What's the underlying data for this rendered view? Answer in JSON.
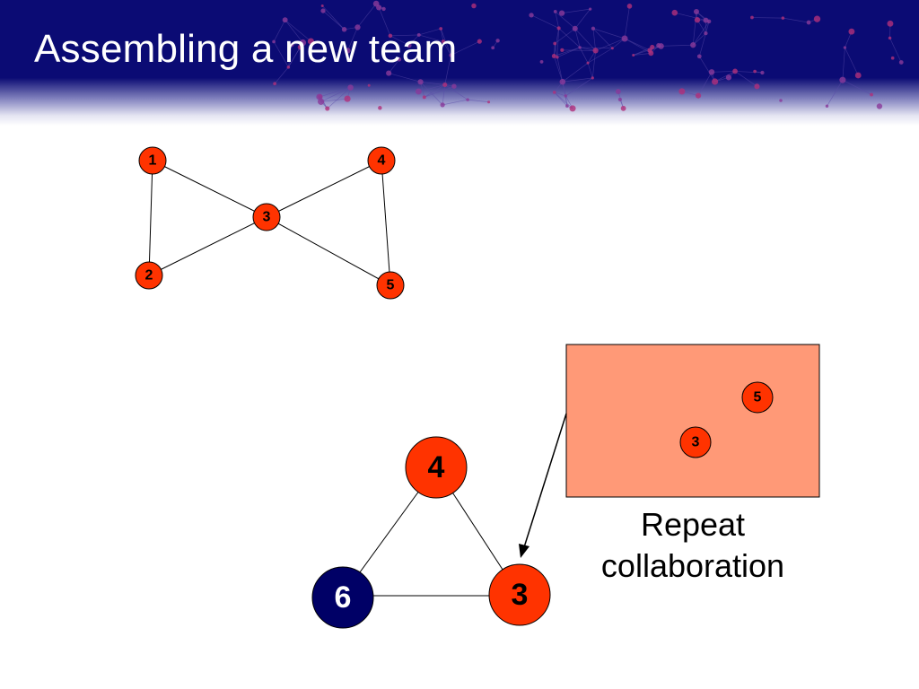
{
  "slide": {
    "title": "Assembling a new team"
  },
  "colors": {
    "header_navy": "#0b0b74",
    "node_red": "#ff3300",
    "node_navy": "#000066",
    "collab_box": "#ff9977",
    "edge": "#000000"
  },
  "network": {
    "nodes": [
      "1",
      "2",
      "3",
      "4",
      "5"
    ],
    "edges": [
      [
        "1",
        "3"
      ],
      [
        "1",
        "2"
      ],
      [
        "2",
        "3"
      ],
      [
        "3",
        "4"
      ],
      [
        "3",
        "5"
      ],
      [
        "4",
        "5"
      ]
    ]
  },
  "collaboration_box": {
    "nodes": [
      "5",
      "3"
    ],
    "caption_lines": [
      "Repeat",
      "collaboration"
    ]
  },
  "new_team": {
    "nodes": [
      {
        "label": "4",
        "type": "existing"
      },
      {
        "label": "6",
        "type": "newcomer"
      },
      {
        "label": "3",
        "type": "existing"
      }
    ],
    "edges": [
      [
        "4",
        "6"
      ],
      [
        "4",
        "3"
      ],
      [
        "6",
        "3"
      ]
    ]
  }
}
